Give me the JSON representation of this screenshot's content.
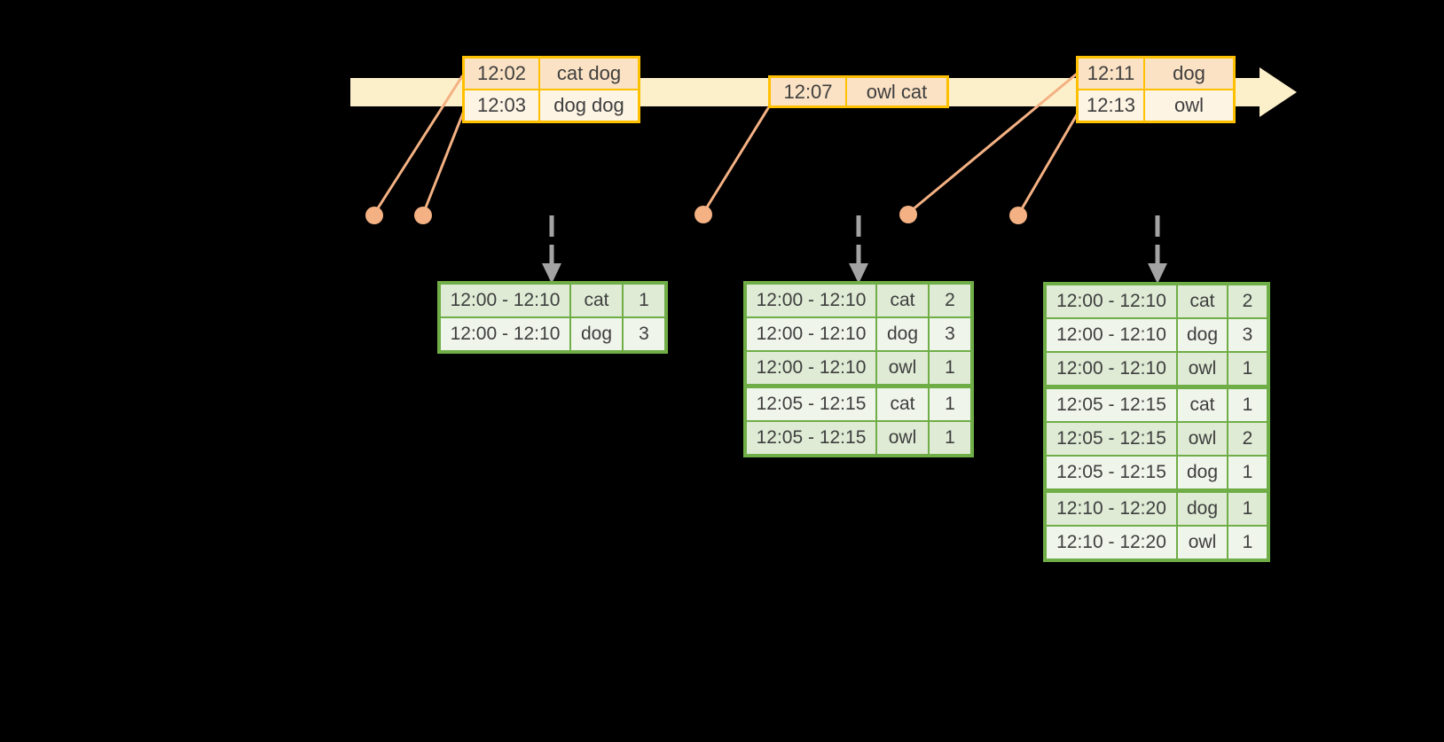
{
  "palette": {
    "background": "#000000",
    "timeline_fill": "#FCF0CA",
    "event_border": "#FFC000",
    "event_row_dark": "#FBE2C4",
    "event_row_light": "#FEF4E4",
    "connector": "#F4B183",
    "result_border": "#6FAD47",
    "result_row_dark": "#DFEBD5",
    "result_row_light": "#F0F5EC",
    "arrow_gray": "#A3A3A3",
    "text": "#3E3E3E"
  },
  "event_tables": [
    {
      "rows": [
        [
          "12:02",
          "cat dog"
        ],
        [
          "12:03",
          "dog dog"
        ]
      ]
    },
    {
      "rows": [
        [
          "12:07",
          "owl cat"
        ]
      ]
    },
    {
      "rows": [
        [
          "12:11",
          "dog"
        ],
        [
          "12:13",
          "owl"
        ]
      ]
    }
  ],
  "result_tables": [
    {
      "group_starts": [
        0
      ],
      "rows": [
        [
          "12:00 - 12:10",
          "cat",
          "1"
        ],
        [
          "12:00 - 12:10",
          "dog",
          "3"
        ]
      ]
    },
    {
      "group_starts": [
        0,
        3
      ],
      "rows": [
        [
          "12:00 - 12:10",
          "cat",
          "2"
        ],
        [
          "12:00 - 12:10",
          "dog",
          "3"
        ],
        [
          "12:00 - 12:10",
          "owl",
          "1"
        ],
        [
          "12:05 - 12:15",
          "cat",
          "1"
        ],
        [
          "12:05 - 12:15",
          "owl",
          "1"
        ]
      ]
    },
    {
      "group_starts": [
        0,
        3,
        6
      ],
      "rows": [
        [
          "12:00 - 12:10",
          "cat",
          "2"
        ],
        [
          "12:00 - 12:10",
          "dog",
          "3"
        ],
        [
          "12:00 - 12:10",
          "owl",
          "1"
        ],
        [
          "12:05 - 12:15",
          "cat",
          "1"
        ],
        [
          "12:05 - 12:15",
          "owl",
          "2"
        ],
        [
          "12:05 - 12:15",
          "dog",
          "1"
        ],
        [
          "12:10 - 12:20",
          "dog",
          "1"
        ],
        [
          "12:10 - 12:20",
          "owl",
          "1"
        ]
      ]
    }
  ]
}
